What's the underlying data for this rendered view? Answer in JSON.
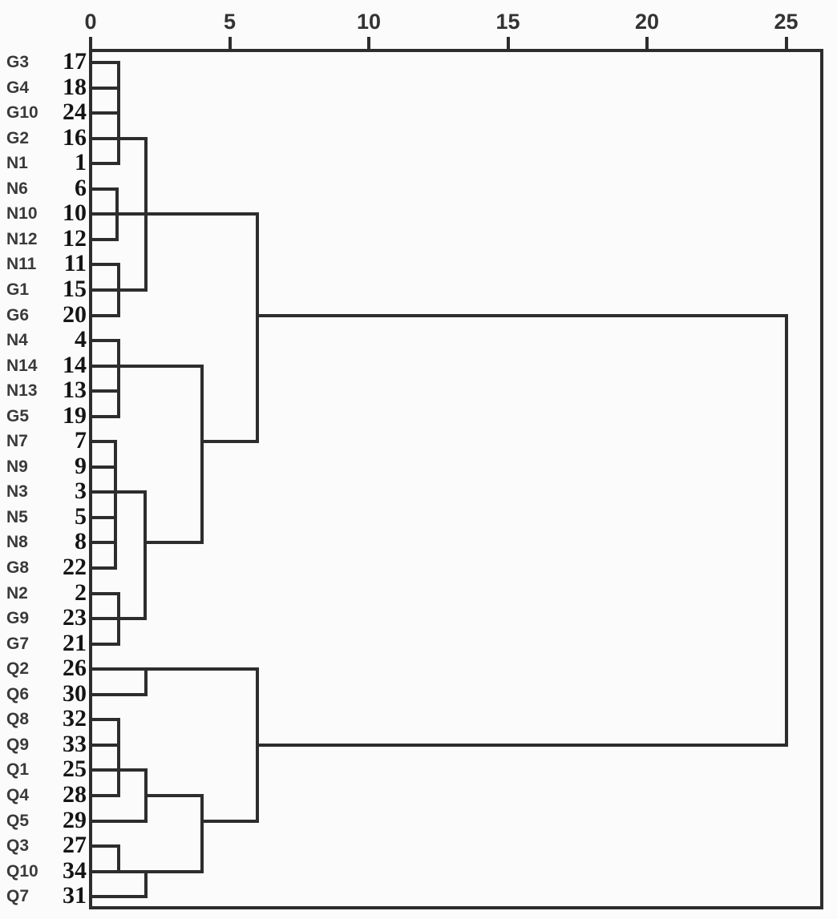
{
  "figure": {
    "background_color": "#fbfbfb",
    "line_color": "#2d2d2d",
    "description": "Hierarchical cluster analysis dendrogram (rescaled distance cluster combine), horizontal orientation with distance axis on top and case labels on the left"
  },
  "axis": {
    "position": "top",
    "min": 0,
    "max": 25,
    "ticks": [
      "0",
      "5",
      "10",
      "15",
      "20",
      "25"
    ],
    "tick_values": [
      0,
      5,
      10,
      15,
      20,
      25
    ]
  },
  "chart_data": {
    "type": "dendrogram",
    "orientation": "horizontal, leaves on left, distance axis on top",
    "axis_range": [
      0,
      25
    ],
    "axis_ticks": [
      0,
      5,
      10,
      15,
      20,
      25
    ],
    "leaves": [
      {
        "label": "G3",
        "id": "17"
      },
      {
        "label": "G4",
        "id": "18"
      },
      {
        "label": "G10",
        "id": "24"
      },
      {
        "label": "G2",
        "id": "16"
      },
      {
        "label": "N1",
        "id": "1"
      },
      {
        "label": "N6",
        "id": "6"
      },
      {
        "label": "N10",
        "id": "10"
      },
      {
        "label": "N12",
        "id": "12"
      },
      {
        "label": "N11",
        "id": "11"
      },
      {
        "label": "G1",
        "id": "15"
      },
      {
        "label": "G6",
        "id": "20"
      },
      {
        "label": "N4",
        "id": "4"
      },
      {
        "label": "N14",
        "id": "14"
      },
      {
        "label": "N13",
        "id": "13"
      },
      {
        "label": "G5",
        "id": "19"
      },
      {
        "label": "N7",
        "id": "7"
      },
      {
        "label": "N9",
        "id": "9"
      },
      {
        "label": "N3",
        "id": "3"
      },
      {
        "label": "N5",
        "id": "5"
      },
      {
        "label": "N8",
        "id": "8"
      },
      {
        "label": "G8",
        "id": "22"
      },
      {
        "label": "N2",
        "id": "2"
      },
      {
        "label": "G9",
        "id": "23"
      },
      {
        "label": "G7",
        "id": "21"
      },
      {
        "label": "Q2",
        "id": "26"
      },
      {
        "label": "Q6",
        "id": "30"
      },
      {
        "label": "Q8",
        "id": "32"
      },
      {
        "label": "Q9",
        "id": "33"
      },
      {
        "label": "Q1",
        "id": "25"
      },
      {
        "label": "Q4",
        "id": "28"
      },
      {
        "label": "Q5",
        "id": "29"
      },
      {
        "label": "Q3",
        "id": "27"
      },
      {
        "label": "Q10",
        "id": "34"
      },
      {
        "label": "Q7",
        "id": "31"
      }
    ],
    "merges": [
      {
        "joins": [
          "17",
          "18",
          "24",
          "1"
        ],
        "distance": 1
      },
      {
        "joins": [
          "6",
          "12",
          "10"
        ],
        "distance": 1
      },
      {
        "joins": [
          "11",
          "15",
          "20"
        ],
        "distance": 1
      },
      {
        "joins": [
          "{17,18,24,1,16}",
          "{11,15,20}",
          "{6,10,12}"
        ],
        "distance": 2
      },
      {
        "joins": [
          "4",
          "14",
          "13",
          "19"
        ],
        "distance": 1
      },
      {
        "joins": [
          "7",
          "9",
          "3",
          "5",
          "8",
          "22"
        ],
        "distance": 1
      },
      {
        "joins": [
          "2",
          "23",
          "21"
        ],
        "distance": 1
      },
      {
        "joins": [
          "{7,9,3,5,8,22}",
          "{2,23,21}"
        ],
        "distance": 2
      },
      {
        "joins": [
          "{4,14,13,19}",
          "{7,9,3,5,8,22,2,23,21}"
        ],
        "distance": 4
      },
      {
        "joins": [
          "top G/N group",
          "middle G/N group"
        ],
        "distance": 6
      },
      {
        "joins": [
          "26",
          "30"
        ],
        "distance": 2
      },
      {
        "joins": [
          "32",
          "33",
          "25",
          "28"
        ],
        "distance": 1
      },
      {
        "joins": [
          "{32,33,25,28}",
          "29"
        ],
        "distance": 2
      },
      {
        "joins": [
          "27",
          "34"
        ],
        "distance": 1
      },
      {
        "joins": [
          "{27,34}",
          "31"
        ],
        "distance": 2
      },
      {
        "joins": [
          "{32,33,25,28,29}",
          "{27,34,31}"
        ],
        "distance": 4
      },
      {
        "joins": [
          "{26,30}",
          "{32,33,25,28,29,27,34,31}"
        ],
        "distance": 6
      },
      {
        "joins": [
          "G/N cluster",
          "Q cluster"
        ],
        "distance": 25
      }
    ],
    "geometry": {
      "note": "segments in (row index, distance) units; h = [row, d_from, d_to], v = [d, row_from, row_to]",
      "h_segments": [
        [
          0,
          0,
          1.0
        ],
        [
          1,
          0,
          1.0
        ],
        [
          2,
          0,
          1.0
        ],
        [
          3,
          0,
          2.0
        ],
        [
          4,
          0,
          1.0
        ],
        [
          5,
          0,
          0.95
        ],
        [
          6,
          0,
          6.0
        ],
        [
          7,
          0,
          0.95
        ],
        [
          8,
          0,
          1.0
        ],
        [
          9,
          0,
          2.0
        ],
        [
          10,
          0,
          1.0
        ],
        [
          10,
          6.0,
          25.0
        ],
        [
          11,
          0,
          1.0
        ],
        [
          12,
          0,
          4.0
        ],
        [
          13,
          0,
          1.0
        ],
        [
          14,
          0,
          1.0
        ],
        [
          15,
          0,
          0.9
        ],
        [
          15,
          4.0,
          6.0
        ],
        [
          16,
          0,
          0.9
        ],
        [
          17,
          0,
          1.95
        ],
        [
          18,
          0,
          0.9
        ],
        [
          19,
          0,
          0.9
        ],
        [
          19,
          1.95,
          4.0
        ],
        [
          20,
          0,
          0.9
        ],
        [
          21,
          0,
          1.0
        ],
        [
          22,
          0,
          1.95
        ],
        [
          23,
          0,
          1.0
        ],
        [
          24,
          0,
          6.0
        ],
        [
          25,
          0,
          2.0
        ],
        [
          26,
          0,
          1.0
        ],
        [
          27,
          0,
          1.0
        ],
        [
          27,
          6.0,
          25.0
        ],
        [
          28,
          0,
          2.0
        ],
        [
          29,
          0,
          1.0
        ],
        [
          29,
          2.0,
          4.0
        ],
        [
          30,
          0,
          2.0
        ],
        [
          30,
          4.0,
          6.0
        ],
        [
          31,
          0,
          1.0
        ],
        [
          32,
          0,
          4.0
        ],
        [
          33,
          0,
          2.0
        ]
      ],
      "v_segments": [
        [
          1.0,
          0,
          4
        ],
        [
          2.0,
          3,
          9
        ],
        [
          0.95,
          5,
          7
        ],
        [
          1.0,
          8,
          10
        ],
        [
          6.0,
          6,
          15
        ],
        [
          1.0,
          11,
          14
        ],
        [
          4.0,
          12,
          19
        ],
        [
          0.9,
          15,
          20
        ],
        [
          1.95,
          17,
          22
        ],
        [
          1.0,
          21,
          23
        ],
        [
          2.0,
          24,
          25
        ],
        [
          6.0,
          24,
          30
        ],
        [
          1.0,
          26,
          29
        ],
        [
          2.0,
          28,
          30
        ],
        [
          4.0,
          29,
          32
        ],
        [
          1.0,
          31,
          32
        ],
        [
          2.0,
          32,
          33
        ],
        [
          25.0,
          10,
          27
        ]
      ]
    }
  }
}
